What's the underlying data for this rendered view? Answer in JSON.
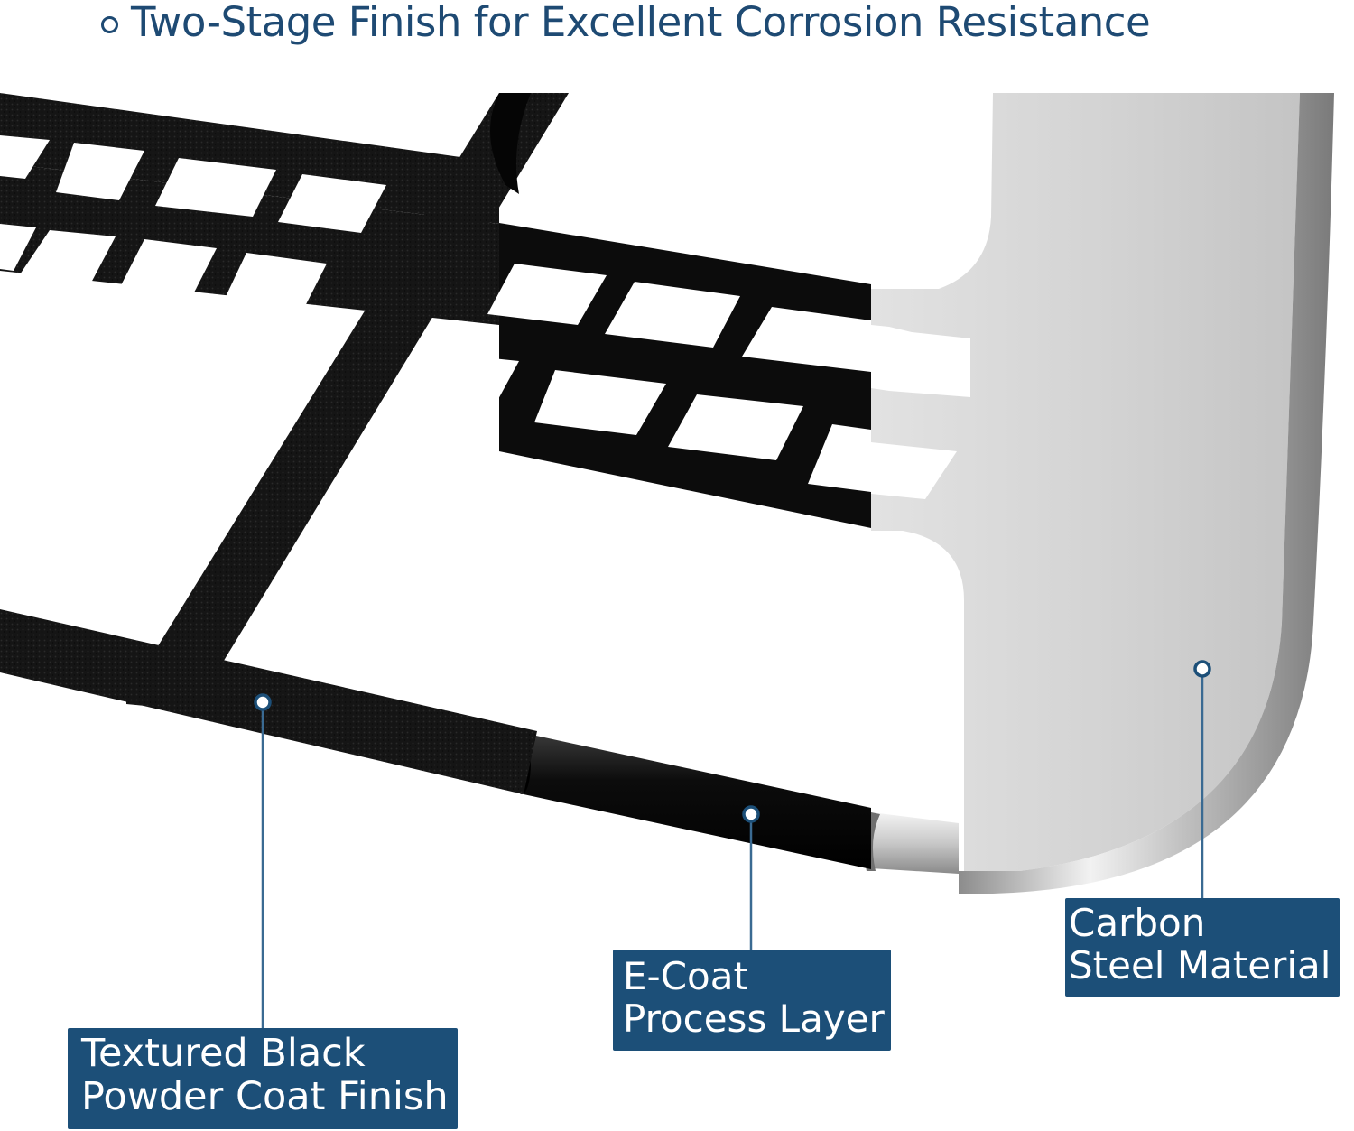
{
  "heading": {
    "text": "Two-Stage Finish for Excellent Corrosion Resistance",
    "bullet_icon": "hollow-circle-bullet-icon",
    "color": "#1e4a73"
  },
  "callouts": [
    {
      "id": "powder",
      "lines": [
        "Textured Black",
        "Powder Coat Finish"
      ]
    },
    {
      "id": "ecoat",
      "lines": [
        "E-Coat",
        "Process Layer"
      ]
    },
    {
      "id": "steel",
      "lines": [
        "Carbon",
        "Steel Material"
      ]
    }
  ],
  "colors": {
    "label_background": "#1c4f78",
    "label_text": "#ffffff",
    "leader_line": "#3a6a92",
    "powder_coat": "#141414",
    "ecoat": "#0a0a0a",
    "steel": "#d6d6d6"
  }
}
